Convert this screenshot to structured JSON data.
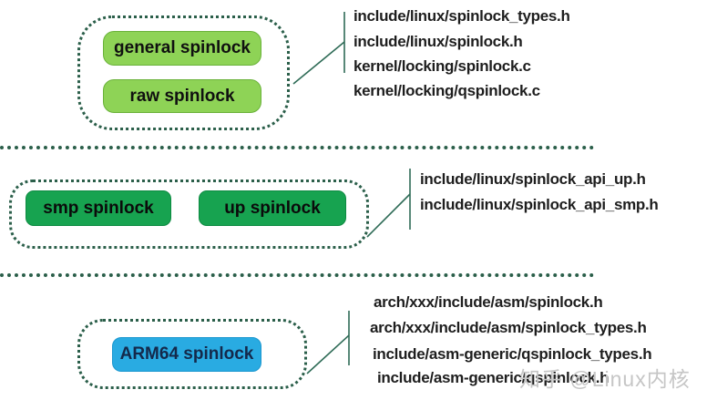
{
  "colors": {
    "light_green_box": "#8ed356",
    "green_box": "#17a350",
    "blue_box": "#29abe2",
    "dotted_outline": "#2b5f4a",
    "connector_line": "#2e6b56",
    "file_text": "#1e1e1e",
    "watermark_text": "#c6c6c6"
  },
  "sections": [
    {
      "nodes": [
        {
          "label": "general spinlock"
        },
        {
          "label": "raw spinlock"
        }
      ],
      "files": [
        "include/linux/spinlock_types.h",
        "include/linux/spinlock.h",
        "kernel/locking/spinlock.c",
        "kernel/locking/qspinlock.c"
      ]
    },
    {
      "nodes": [
        {
          "label": "smp spinlock"
        },
        {
          "label": "up spinlock"
        }
      ],
      "files": [
        "include/linux/spinlock_api_up.h",
        "include/linux/spinlock_api_smp.h"
      ]
    },
    {
      "nodes": [
        {
          "label": "ARM64 spinlock"
        }
      ],
      "files": [
        "arch/xxx/include/asm/spinlock.h",
        "arch/xxx/include/asm/spinlock_types.h",
        "include/asm-generic/qspinlock_types.h",
        "include/asm-generic/qspinlock.h"
      ]
    }
  ],
  "watermark": {
    "text": "知乎 @Linux内核"
  }
}
